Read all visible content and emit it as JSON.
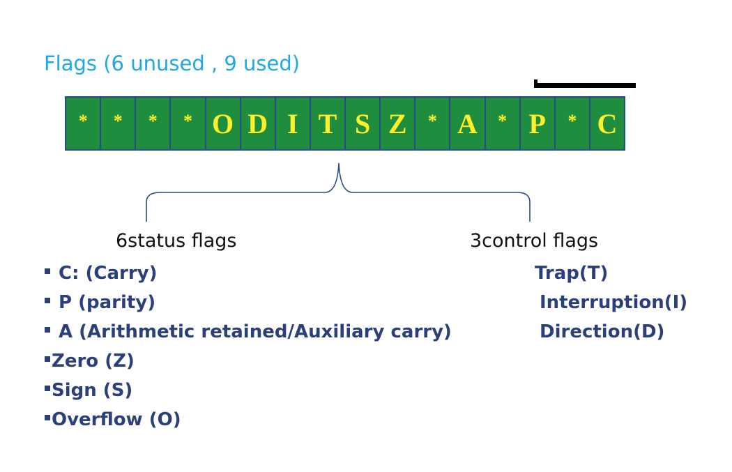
{
  "title": "Flags (6 unused , 9 used)",
  "register": {
    "cells": [
      "*",
      "*",
      "*",
      "*",
      "O",
      "D",
      "I",
      "T",
      "S",
      "Z",
      "*",
      "A",
      "*",
      "P",
      "*",
      "C"
    ]
  },
  "status_heading": "6status flags",
  "control_heading": "3control flags",
  "status_flags": [
    "C: (Carry)",
    "P (parity)",
    "A (Arithmetic retained/Auxiliary carry)",
    "Zero (Z)",
    "Sign (S)",
    "Overflow (O)"
  ],
  "control_flags": [
    "Trap(T)",
    "Interruption(I)",
    "Direction(D)"
  ],
  "colors": {
    "title": "#1ea8e6",
    "cell_bg": "#1e8e3e",
    "cell_text": "#ffee2a",
    "list_text": "#2b3f7a"
  }
}
